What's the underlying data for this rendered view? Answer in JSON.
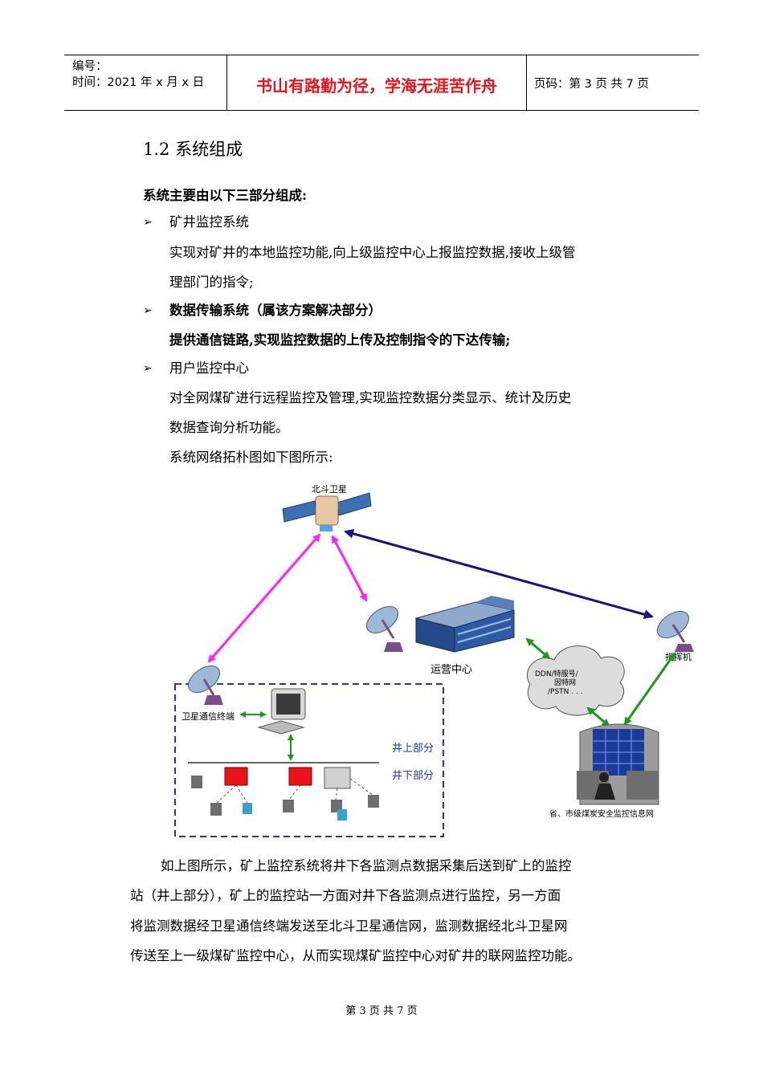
{
  "header": {
    "number_label": "编号：",
    "time_label": "时间：2021 年 x 月 x 日",
    "motto": "书山有路勤为径，学海无涯苦作舟",
    "page_label": "页码：第 3 页  共 7 页"
  },
  "section": {
    "title": "1.2 系统组成",
    "intro": "系统主要由以下三部分组成:",
    "items": [
      {
        "bullet": "➢",
        "title": "矿井监控系统",
        "desc_lines": [
          "实现对矿井的本地监控功能,向上级监控中心上报监控数据,接收上级管",
          "理部门的指令;"
        ]
      },
      {
        "bullet": "➢",
        "title": "数据传输系统（属该方案解决部分）",
        "desc_lines": [
          "提供通信链路,实现监控数据的上传及控制指令的下达传输;"
        ]
      },
      {
        "bullet": "➢",
        "title": "用户监控中心",
        "desc_lines": [
          "对全网煤矿进行远程监控及管理,实现监控数据分类显示、统计及历史",
          "数据查询分析功能。"
        ]
      }
    ],
    "figure_intro": "系统网络拓朴图如下图所示:"
  },
  "diagram": {
    "satellite_label": "北斗卫星",
    "ops_center_label": "运营中心",
    "command_label": "指挥机",
    "cloud_lines": [
      "DDN/特服号/",
      "因特网",
      "/PSTN . . ."
    ],
    "terminal_label": "卫星通信终端",
    "above_label": "井上部分",
    "below_label": "井下部分",
    "info_net_label": "省、市级煤炭安全监控信息网",
    "colors": {
      "magenta": "#ff22ff",
      "navy": "#14147e",
      "green": "#1a9a1a",
      "blue_text": "#2233cc",
      "red_box": "#e8141b"
    }
  },
  "conclusion_lines": [
    "如上图所示，矿上监控系统将井下各监测点数据采集后送到矿上的监控",
    "站（井上部分），矿上的监控站一方面对井下各监测点进行监控，另一方面",
    "将监测数据经卫星通信终端发送至北斗卫星通信网，监测数据经北斗卫星网",
    "传送至上一级煤矿监控中心，从而实现煤矿监控中心对矿井的联网监控功能。"
  ],
  "footer": "第 3 页 共 7 页"
}
